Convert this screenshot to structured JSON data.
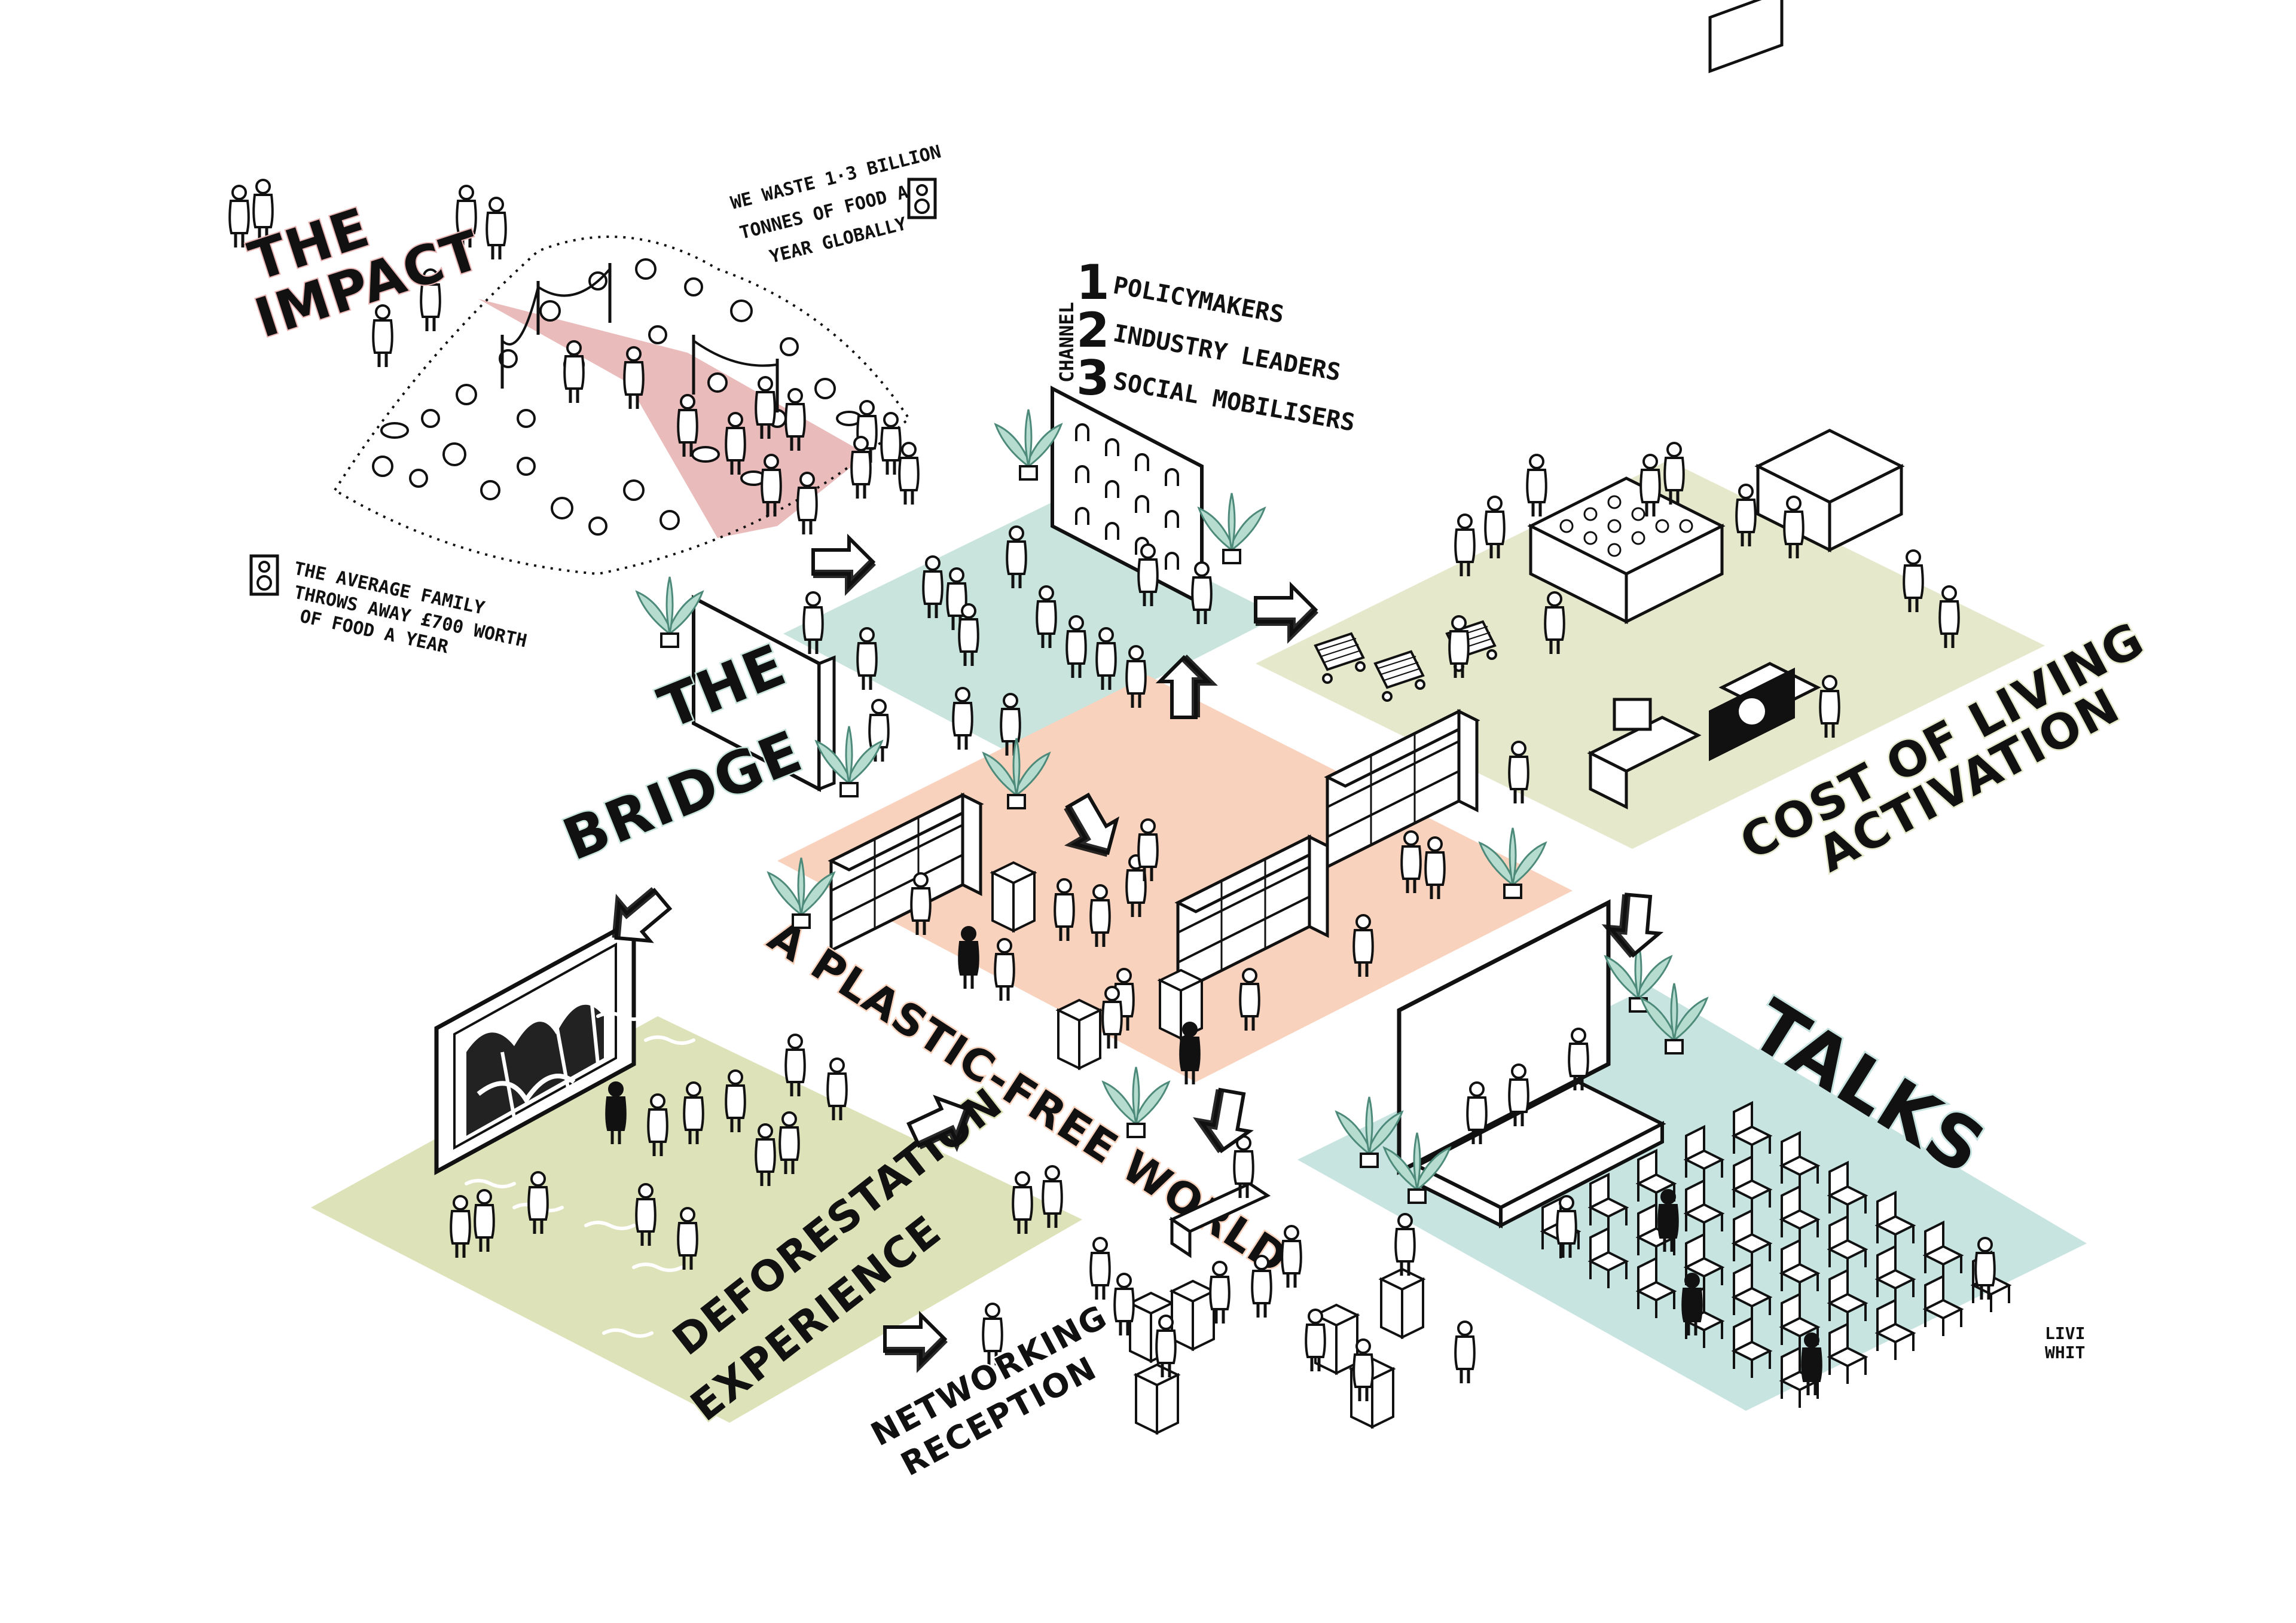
{
  "zones": {
    "impact": {
      "title_line1": "THE",
      "title_line2": "IMPACT",
      "color": "#e8b4b4"
    },
    "bridge": {
      "title_line1": "THE",
      "title_line2": "BRIDGE",
      "color": "#c8e4dc"
    },
    "plastic_free": {
      "title": "A PLASTIC-FREE WORLD",
      "color": "#f8d2bc"
    },
    "cost_of_living": {
      "title_line1": "COST OF LIVING",
      "title_line2": "ACTIVATION",
      "color": "#e6e8cc"
    },
    "deforestation": {
      "title_line1": "DEFORESTATION",
      "title_line2": "EXPERIENCE",
      "color": "#dde2b8"
    },
    "networking": {
      "title_line1": "NETWORKING",
      "title_line2": "RECEPTION"
    },
    "talks": {
      "title": "TALKS",
      "color": "#c8e4e0"
    }
  },
  "notes": {
    "waste_global": [
      "WE WASTE 1·3 BILLION",
      "TONNES OF FOOD A",
      "YEAR GLOBALLY"
    ],
    "family_waste": [
      "THE AVERAGE FAMILY",
      "THROWS AWAY £700 WORTH",
      "OF FOOD A YEAR"
    ]
  },
  "channel": {
    "label": "CHANNEL",
    "items": [
      {
        "num": "1",
        "text": "POLICYMAKERS"
      },
      {
        "num": "2",
        "text": "INDUSTRY LEADERS"
      },
      {
        "num": "3",
        "text": "SOCIAL MOBILISERS"
      }
    ]
  },
  "signature": [
    "LIVI",
    "WHIT"
  ],
  "icons": [
    "arrow-icon",
    "person-icon",
    "plant-icon",
    "speaker-icon",
    "screen-icon",
    "shelf-icon",
    "cart-icon",
    "chair-icon",
    "table-icon"
  ]
}
